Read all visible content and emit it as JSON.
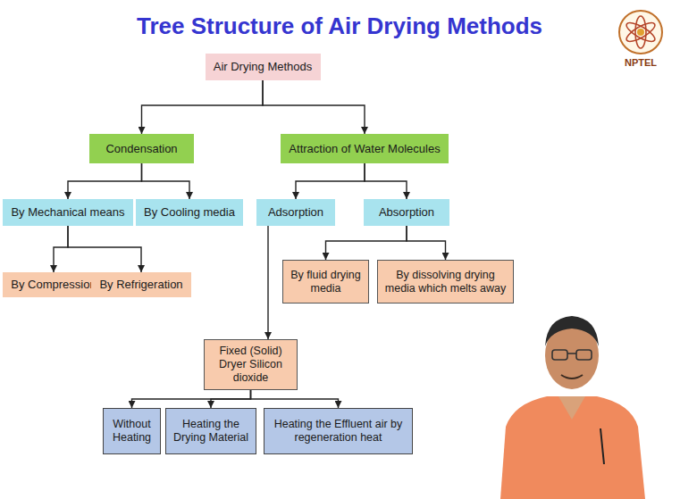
{
  "diagram": {
    "title": "Tree Structure of Air Drying Methods",
    "nodes": [
      {
        "text": [
          "Air Drying Methods"
        ]
      },
      {
        "text": [
          "Condensation"
        ]
      },
      {
        "text": [
          "Attraction of Water Molecules"
        ]
      },
      {
        "text": [
          "By Mechanical means"
        ]
      },
      {
        "text": [
          "By Cooling media"
        ]
      },
      {
        "text": [
          "Adsorption"
        ]
      },
      {
        "text": [
          "Absorption"
        ]
      },
      {
        "text": [
          "By Compression"
        ]
      },
      {
        "text": [
          "By Refrigeration"
        ]
      },
      {
        "text": [
          "By fluid drying media"
        ]
      },
      {
        "text": [
          "By dissolving drying media which melts away"
        ]
      },
      {
        "text": [
          "Fixed (Solid) Dryer Silicon dioxide"
        ]
      },
      {
        "text": [
          "Without Heating"
        ]
      },
      {
        "text": [
          "Heating the Drying Material"
        ]
      },
      {
        "text": [
          "Heating the Effluent air by regeneration heat"
        ]
      }
    ],
    "edges": [
      {
        "from": 0,
        "to": 1,
        "arrow": "to"
      },
      {
        "from": 0,
        "to": 2,
        "arrow": "to"
      },
      {
        "from": 1,
        "to": 3,
        "arrow": "to"
      },
      {
        "from": 1,
        "to": 4,
        "arrow": "to"
      },
      {
        "from": 2,
        "to": 5,
        "arrow": "to"
      },
      {
        "from": 2,
        "to": 6,
        "arrow": "to"
      },
      {
        "from": 3,
        "to": 7,
        "arrow": "to"
      },
      {
        "from": 3,
        "to": 8,
        "arrow": "to"
      },
      {
        "from": 6,
        "to": 9,
        "arrow": "to"
      },
      {
        "from": 6,
        "to": 10,
        "arrow": "to"
      },
      {
        "from": 5,
        "to": 11,
        "arrow": "to"
      },
      {
        "from": 11,
        "to": 12,
        "arrow": "to"
      },
      {
        "from": 11,
        "to": 13,
        "arrow": "to"
      },
      {
        "from": 11,
        "to": 14,
        "arrow": "to"
      }
    ],
    "labels": [
      "NPTEL"
    ]
  }
}
